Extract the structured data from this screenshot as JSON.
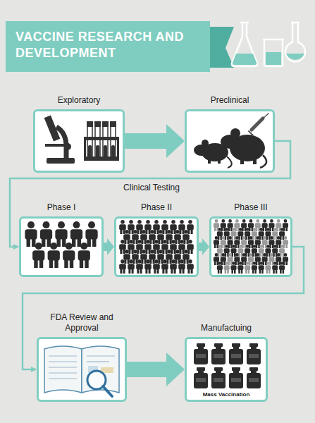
{
  "diagram": {
    "title": "VACCINE RESEARCH AND DEVELOPMENT",
    "nodes": [
      {
        "text": [
          "Exploratory"
        ]
      },
      {
        "text": [
          "Preclinical"
        ]
      },
      {
        "text": [
          "Phase I"
        ]
      },
      {
        "text": [
          "Phase II"
        ]
      },
      {
        "text": [
          "Phase III"
        ]
      },
      {
        "text": [
          "FDA Review and Approval"
        ]
      },
      {
        "text": [
          "Manufactuing",
          "Mass Vaccination"
        ]
      }
    ],
    "edges": [
      {
        "from": 0,
        "to": 1,
        "arrow": "to"
      },
      {
        "from": 1,
        "to": 2,
        "arrow": "to"
      },
      {
        "from": 2,
        "to": 3,
        "arrow": "to"
      },
      {
        "from": 3,
        "to": 4,
        "arrow": "to"
      },
      {
        "from": 4,
        "to": 5,
        "arrow": "to"
      },
      {
        "from": 5,
        "to": 6,
        "arrow": "to"
      }
    ],
    "labels": [
      "Clinical Testing"
    ]
  }
}
